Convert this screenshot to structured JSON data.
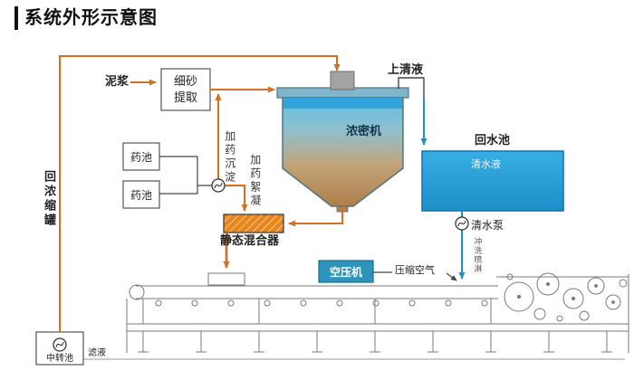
{
  "title": "系统外形示意图",
  "labels": {
    "slurry": "泥浆",
    "sand_extraction": "细砂提取",
    "supernatant": "上清液",
    "thickener": "浓密机",
    "return_pool": "回水池",
    "clear_water": "清水液",
    "chem_pool": "药池",
    "dosing_sediment": "加药沉淀",
    "dosing_floc": "加药絮凝",
    "static_mixer": "静态混合器",
    "return_tank": "回浓缩罐",
    "clear_pump": "清水泵",
    "flush_spray": "冲洗喷淋",
    "air_compressor": "空压机",
    "compressed_air": "压缩空气",
    "transfer_pool": "中转池",
    "filtrate": "滤液"
  },
  "colors": {
    "flow_line": "#D2711F",
    "water_blue": "#2AA6DE",
    "mixer_orange": "#E8861C",
    "compressor_teal": "#2E93BB",
    "machine_line": "#7A7A7A",
    "thickener_top": "#5FBEE6",
    "thickener_bottom": "#AF7F4C"
  }
}
